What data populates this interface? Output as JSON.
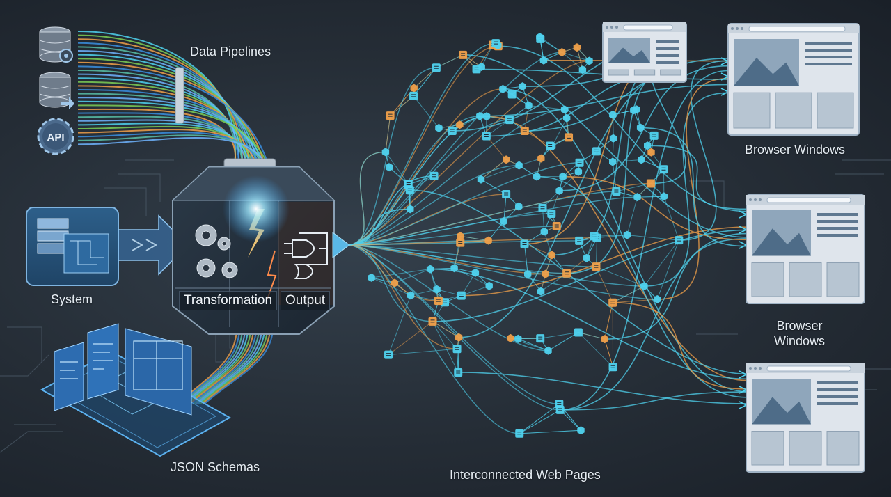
{
  "labels": {
    "data_pipelines": "Data Pipelines",
    "system": "System",
    "transformation": "Transformation",
    "output": "Output",
    "json_schemas": "JSON Schemas",
    "web_pages": "Interconnected Web Pages",
    "browser_windows_top": "Browser Windows",
    "browser_windows_mid": "Browser\nWindows"
  },
  "icons": {
    "db1": "database-gear-icon",
    "db2": "database-arrow-icon",
    "api": "api-gear-icon",
    "api_text": "API"
  },
  "colors": {
    "cyan": "#4fd2ee",
    "orange": "#f0a04a",
    "green": "#7ccf55",
    "blue": "#3a8fe0",
    "panel": "#dfe5ec"
  }
}
